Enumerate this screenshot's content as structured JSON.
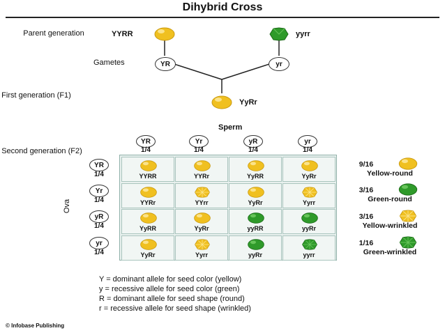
{
  "title": "Dihybrid Cross",
  "labels": {
    "parent": "Parent generation",
    "gametes": "Gametes",
    "first": "First generation (F1)",
    "second": "Second generation (F2)",
    "sperm": "Sperm",
    "ova": "Ova"
  },
  "parents": {
    "left_genotype": "YYRR",
    "right_genotype": "yyrr",
    "left_gamete": "YR",
    "right_gamete": "yr"
  },
  "f1": {
    "genotype": "YyRr"
  },
  "sperm": [
    {
      "allele": "YR",
      "frac": "1/4"
    },
    {
      "allele": "Yr",
      "frac": "1/4"
    },
    {
      "allele": "yR",
      "frac": "1/4"
    },
    {
      "allele": "yr",
      "frac": "1/4"
    }
  ],
  "ova": [
    {
      "allele": "YR",
      "frac": "1/4"
    },
    {
      "allele": "Yr",
      "frac": "1/4"
    },
    {
      "allele": "yR",
      "frac": "1/4"
    },
    {
      "allele": "yr",
      "frac": "1/4"
    }
  ],
  "punnett": [
    [
      {
        "g": "YYRR",
        "pea": "yellow-round"
      },
      {
        "g": "YYRr",
        "pea": "yellow-round"
      },
      {
        "g": "YyRR",
        "pea": "yellow-round"
      },
      {
        "g": "YyRr",
        "pea": "yellow-round"
      }
    ],
    [
      {
        "g": "YYRr",
        "pea": "yellow-round"
      },
      {
        "g": "YYrr",
        "pea": "yellow-wrinkled"
      },
      {
        "g": "YyRr",
        "pea": "yellow-round"
      },
      {
        "g": "Yyrr",
        "pea": "yellow-wrinkled"
      }
    ],
    [
      {
        "g": "YyRR",
        "pea": "yellow-round"
      },
      {
        "g": "YyRr",
        "pea": "yellow-round"
      },
      {
        "g": "yyRR",
        "pea": "green-round"
      },
      {
        "g": "yyRr",
        "pea": "green-round"
      }
    ],
    [
      {
        "g": "YyRr",
        "pea": "yellow-round"
      },
      {
        "g": "Yyrr",
        "pea": "yellow-wrinkled"
      },
      {
        "g": "yyRr",
        "pea": "green-round"
      },
      {
        "g": "yyrr",
        "pea": "green-wrinkled"
      }
    ]
  ],
  "ratios": [
    {
      "frac": "9/16",
      "label": "Yellow-round",
      "pea": "yellow-round"
    },
    {
      "frac": "3/16",
      "label": "Green-round",
      "pea": "green-round"
    },
    {
      "frac": "3/16",
      "label": "Yellow-wrinkled",
      "pea": "yellow-wrinkled"
    },
    {
      "frac": "1/16",
      "label": "Green-wrinkled",
      "pea": "green-wrinkled"
    }
  ],
  "legend": [
    "Y = dominant allele for seed color (yellow)",
    "y = recessive allele for seed color (green)",
    "R = dominant allele for seed shape (round)",
    "r = recessive allele for seed shape (wrinkled)"
  ],
  "credit": "© Infobase Publishing",
  "colors": {
    "yellow": "#f0c020",
    "green": "#2f9a2a",
    "grid_bg": "#e9f1ef"
  }
}
